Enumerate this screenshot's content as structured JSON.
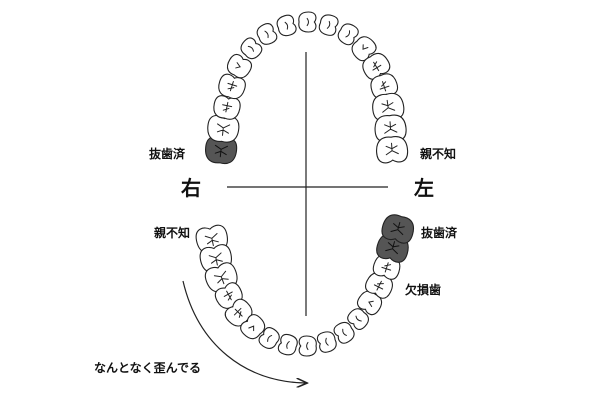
{
  "sides": {
    "right": "右",
    "left": "左"
  },
  "labels": {
    "upper_right_extracted": "抜歯済",
    "upper_left_wisdom": "親不知",
    "lower_right_wisdom": "親不知",
    "lower_left_extracted": "抜歯済",
    "lower_left_missing": "欠損歯",
    "distortion_note": "なんとなく歪んでる"
  },
  "colors": {
    "stroke": "#222222",
    "tooth_fill": "#ffffff",
    "marked_fill": "#555555"
  },
  "upper_teeth": [
    {
      "id": "u1",
      "side": "right",
      "shape": "molar",
      "marked": true
    },
    {
      "id": "u2",
      "side": "right",
      "shape": "molar"
    },
    {
      "id": "u3",
      "side": "right",
      "shape": "premolar"
    },
    {
      "id": "u4",
      "side": "right",
      "shape": "premolar"
    },
    {
      "id": "u5",
      "side": "right",
      "shape": "canine"
    },
    {
      "id": "u6",
      "side": "right",
      "shape": "incisor"
    },
    {
      "id": "u7",
      "side": "right",
      "shape": "incisor"
    },
    {
      "id": "u8",
      "side": "right",
      "shape": "incisor"
    },
    {
      "id": "u9",
      "side": "left",
      "shape": "incisor"
    },
    {
      "id": "u10",
      "side": "left",
      "shape": "incisor"
    },
    {
      "id": "u11",
      "side": "left",
      "shape": "incisor"
    },
    {
      "id": "u12",
      "side": "left",
      "shape": "canine"
    },
    {
      "id": "u13",
      "side": "left",
      "shape": "premolar"
    },
    {
      "id": "u14",
      "side": "left",
      "shape": "premolar"
    },
    {
      "id": "u15",
      "side": "left",
      "shape": "molar"
    },
    {
      "id": "u16",
      "side": "left",
      "shape": "molar"
    },
    {
      "id": "u17",
      "side": "left",
      "shape": "molar"
    }
  ],
  "lower_teeth": [
    {
      "id": "l1",
      "side": "right",
      "shape": "molar"
    },
    {
      "id": "l2",
      "side": "right",
      "shape": "molar"
    },
    {
      "id": "l3",
      "side": "right",
      "shape": "molar"
    },
    {
      "id": "l4",
      "side": "right",
      "shape": "premolar"
    },
    {
      "id": "l5",
      "side": "right",
      "shape": "premolar"
    },
    {
      "id": "l6",
      "side": "right",
      "shape": "canine"
    },
    {
      "id": "l7",
      "side": "right",
      "shape": "incisor"
    },
    {
      "id": "l8",
      "side": "right",
      "shape": "incisor"
    },
    {
      "id": "l9",
      "side": "right",
      "shape": "incisor"
    },
    {
      "id": "l10",
      "side": "left",
      "shape": "incisor"
    },
    {
      "id": "l11",
      "side": "left",
      "shape": "incisor"
    },
    {
      "id": "l12",
      "side": "left",
      "shape": "incisor"
    },
    {
      "id": "l13",
      "side": "left",
      "shape": "canine"
    },
    {
      "id": "l14",
      "side": "left",
      "shape": "premolar"
    },
    {
      "id": "l15",
      "side": "left",
      "shape": "premolar"
    },
    {
      "id": "l16",
      "side": "left",
      "shape": "molar",
      "marked": true
    },
    {
      "id": "l17",
      "side": "left",
      "shape": "molar",
      "marked": true
    }
  ]
}
